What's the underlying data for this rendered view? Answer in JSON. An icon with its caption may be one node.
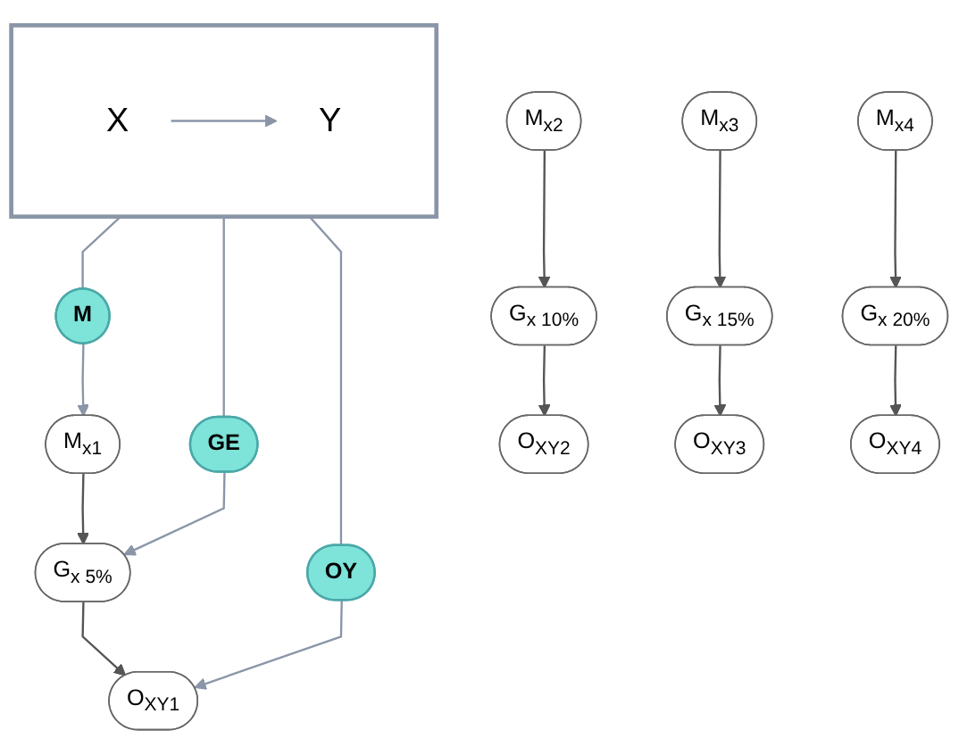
{
  "diagram": {
    "nodes": [
      {
        "text": [],
        "shape": "box"
      },
      {
        "text": [
          "X"
        ],
        "in": 0
      },
      {
        "text": [
          "Y"
        ],
        "in": 0
      },
      {
        "text": [
          "M"
        ]
      },
      {
        "text": [
          "GE"
        ]
      },
      {
        "text": [
          "OY"
        ]
      },
      {
        "text": [
          "M$_{x1}$"
        ]
      },
      {
        "text": [
          "G$_{x 5%}$"
        ]
      },
      {
        "text": [
          "O$_{XY1}$"
        ]
      },
      {
        "text": [
          "M$_{x2}$"
        ]
      },
      {
        "text": [
          "G$_{x 10%}$"
        ]
      },
      {
        "text": [
          "O$_{XY2}$"
        ]
      },
      {
        "text": [
          "M$_{x3}$"
        ]
      },
      {
        "text": [
          "G$_{x 15%}$"
        ]
      },
      {
        "text": [
          "O$_{XY3}$"
        ]
      },
      {
        "text": [
          "M$_{x4}$"
        ]
      },
      {
        "text": [
          "G$_{x 20%}$"
        ]
      },
      {
        "text": [
          "O$_{XY4}$"
        ]
      }
    ],
    "edges": [
      {
        "from": 1,
        "to": 2,
        "arrow": "to",
        "color": "#8a96a8"
      },
      {
        "from": 0,
        "to": 3,
        "arrow": "none",
        "color": "#8a96a8"
      },
      {
        "from": 0,
        "to": 4,
        "arrow": "none",
        "color": "#8a96a8"
      },
      {
        "from": 0,
        "to": 5,
        "arrow": "none",
        "color": "#8a96a8"
      },
      {
        "from": 3,
        "to": 6,
        "arrow": "to",
        "color": "#8a96a8"
      },
      {
        "from": 4,
        "to": 7,
        "arrow": "to",
        "color": "#8a96a8"
      },
      {
        "from": 5,
        "to": 8,
        "arrow": "to",
        "color": "#8a96a8"
      },
      {
        "from": 6,
        "to": 7,
        "arrow": "to"
      },
      {
        "from": 7,
        "to": 8,
        "arrow": "to"
      },
      {
        "from": 9,
        "to": 10,
        "arrow": "to"
      },
      {
        "from": 10,
        "to": 11,
        "arrow": "to"
      },
      {
        "from": 12,
        "to": 13,
        "arrow": "to"
      },
      {
        "from": 13,
        "to": 14,
        "arrow": "to"
      },
      {
        "from": 15,
        "to": 16,
        "arrow": "to"
      },
      {
        "from": 16,
        "to": 17,
        "arrow": "to"
      }
    ]
  }
}
